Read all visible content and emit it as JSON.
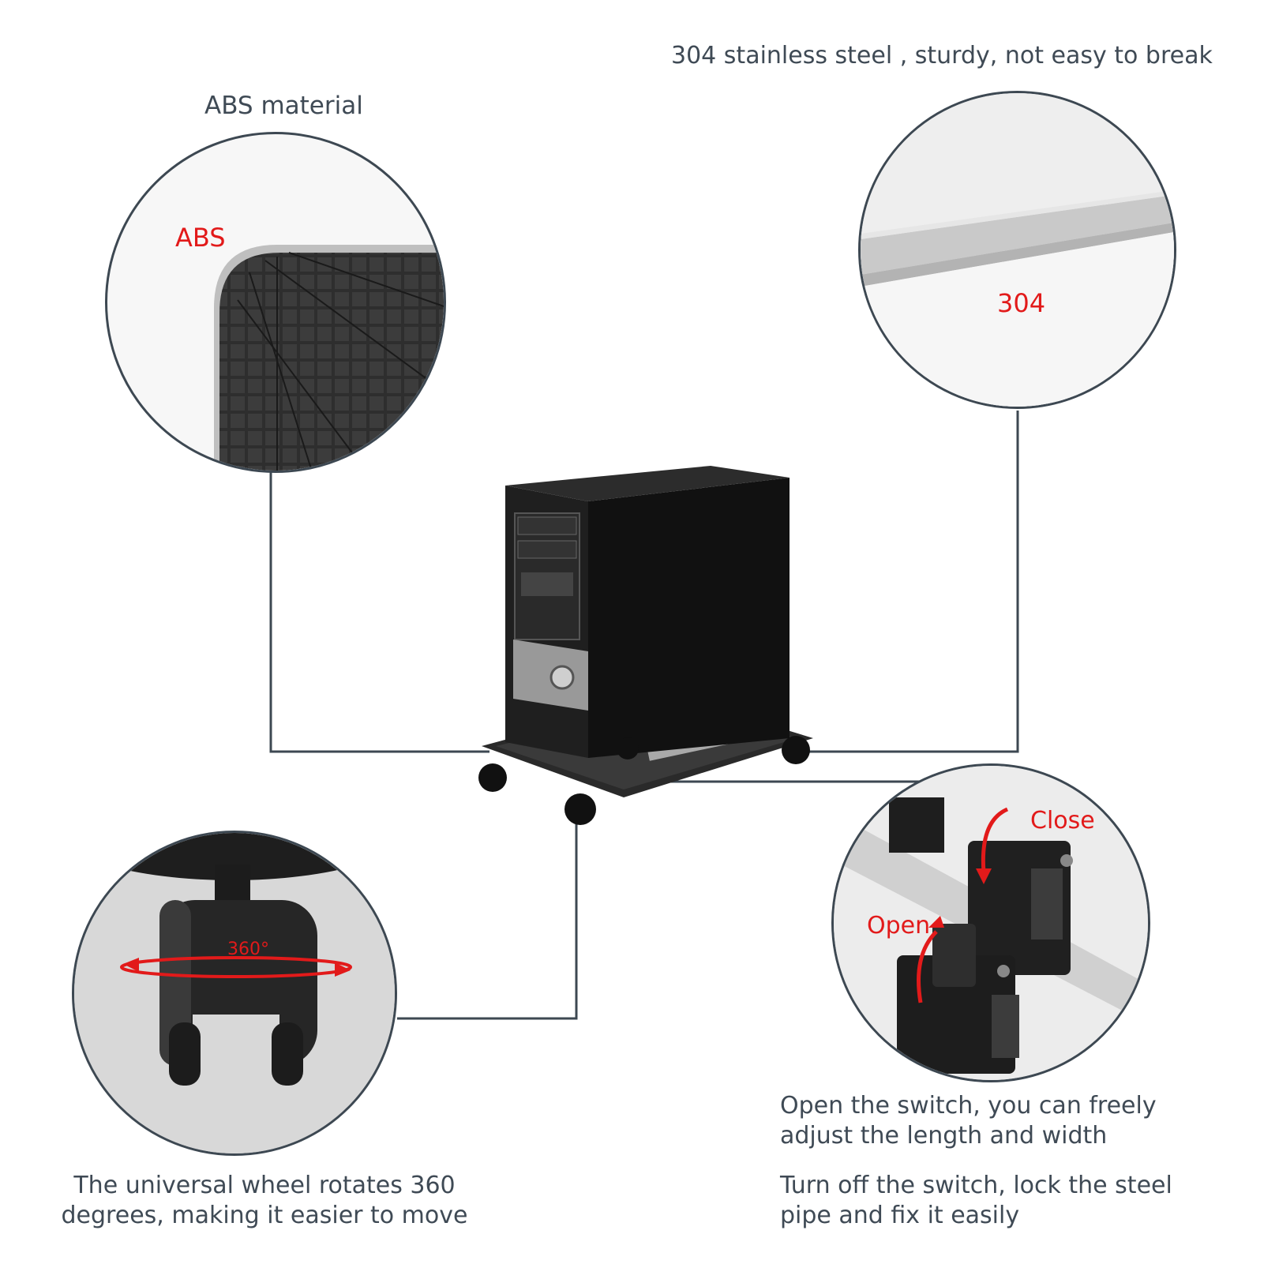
{
  "captions": {
    "abs_material": "ABS material",
    "stainless_steel": "304 stainless steel , sturdy, not easy to break",
    "wheel": "The universal wheel rotates 360\ndegrees, making it easier to move",
    "open_switch": "Open the switch, you can freely\nadjust the length and width",
    "close_switch": "Turn off the switch, lock the steel\npipe and fix it easily"
  },
  "labels": {
    "abs": "ABS",
    "steel": "304",
    "rotation": "360°",
    "close": "Close",
    "open": "Open"
  },
  "colors": {
    "label_red": "#e21a1a",
    "caption_gray": "#3f4a55",
    "outline": "#3d4852"
  }
}
